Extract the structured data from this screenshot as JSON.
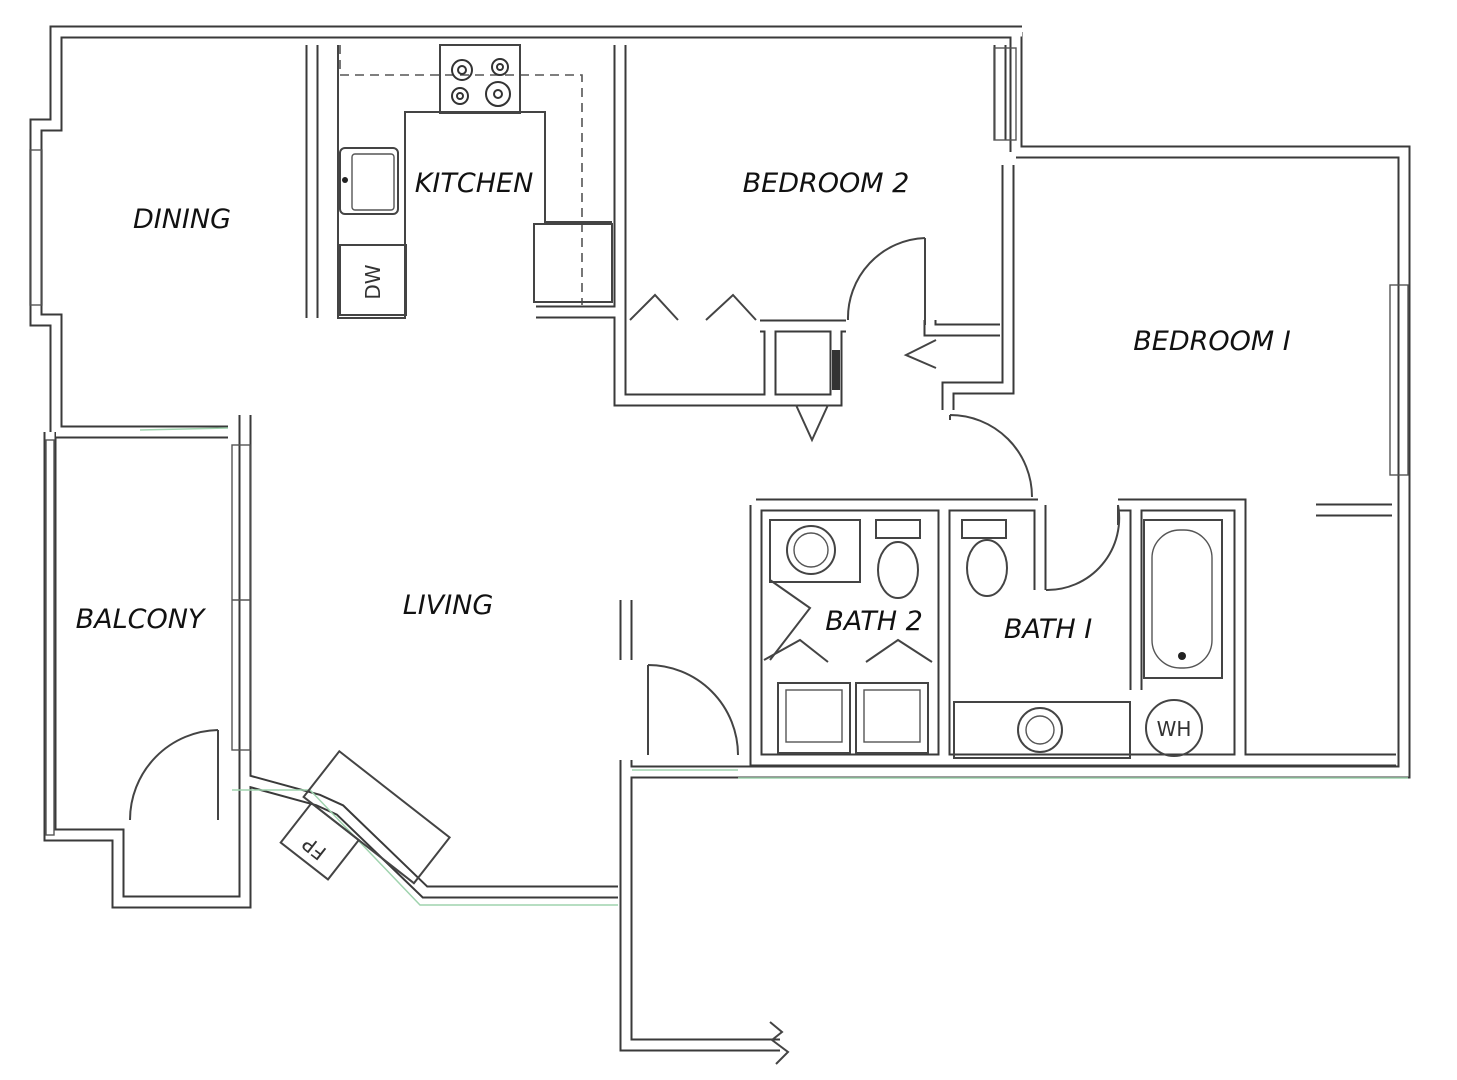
{
  "rooms": {
    "dining": "DINING",
    "kitchen": "KITCHEN",
    "bedroom2": "BEDROOM 2",
    "bedroom1": "BEDROOM I",
    "living": "LIVING",
    "balcony": "BALCONY",
    "bath2": "BATH 2",
    "bath1": "BATH I"
  },
  "fixtures": {
    "dishwasher": "DW",
    "fireplace": "FP",
    "water_heater": "WH"
  }
}
